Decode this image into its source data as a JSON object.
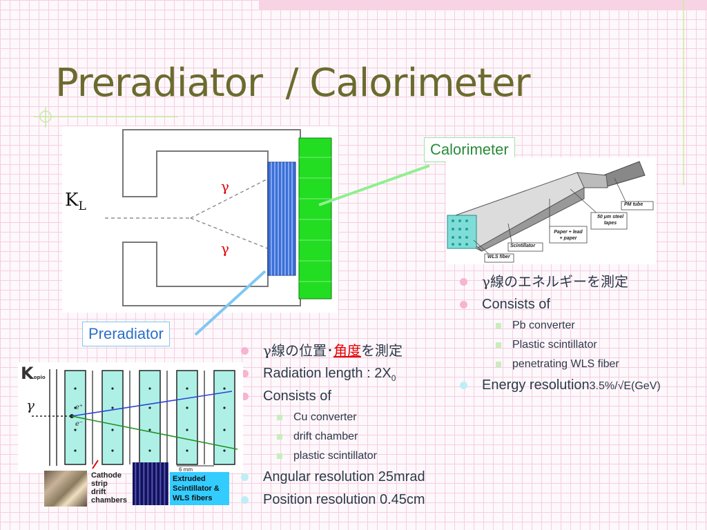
{
  "slide": {
    "title": "Preradiator  / Calorimeter"
  },
  "callouts": {
    "calorimeter": "Calorimeter",
    "preradiator": "Preradiator"
  },
  "detector_diagram": {
    "beam_label": "K",
    "beam_sub": "L",
    "photon_label_top": "γ",
    "photon_label_bottom": "γ"
  },
  "module_diagram": {
    "labels": {
      "pm_tube": "PM tube",
      "steel_line1": "50 μm steel",
      "steel_line2": "tapes",
      "paper_line1": "Paper + lead",
      "paper_line2": "+ paper",
      "scintillator": "Scintillator",
      "wls_fiber": "WLS fiber"
    }
  },
  "preradiator_diagram": {
    "logo_letter": "K",
    "logo_sub": "opio",
    "gamma": "γ",
    "electron": "e⁻",
    "positron": "e⁺",
    "scale": "6 mm",
    "photo1_caption": [
      "Cathode",
      "strip",
      "drift",
      "chambers"
    ],
    "photo2_caption": [
      "Extruded",
      "Scintillator &",
      "WLS fibers"
    ]
  },
  "right_list": {
    "item1_gamma": "γ",
    "item1_text": "線のエネルギーを測定",
    "item2": "Consists of",
    "sub_items": [
      "Pb converter",
      "Plastic scintillator",
      "penetrating WLS fiber"
    ],
    "item3_main": "Energy resolution",
    "item3_small": "3.5%/√E(GeV)"
  },
  "left_list": {
    "item1_gamma": "γ",
    "item1_pre": "線の位置･",
    "item1_red": "角度",
    "item1_post": "を測定",
    "item2_main": "Radiation length : 2X",
    "item2_sub": "0",
    "item3": "Consists of",
    "sub_items": [
      "Cu converter",
      "drift chamber",
      "plastic scintillator"
    ],
    "item4": "Angular resolution 25mrad",
    "item5": "Position resolution 0.45cm"
  },
  "colors": {
    "title": "#6b6b2e",
    "calorimeter": "#22dd22",
    "preradiator": "#3b6fd8",
    "pink_bullet": "#f6b3d2",
    "cyan_bullet": "#bdeef6",
    "green_square": "#c8eebd",
    "highlight_red": "#e60000"
  }
}
